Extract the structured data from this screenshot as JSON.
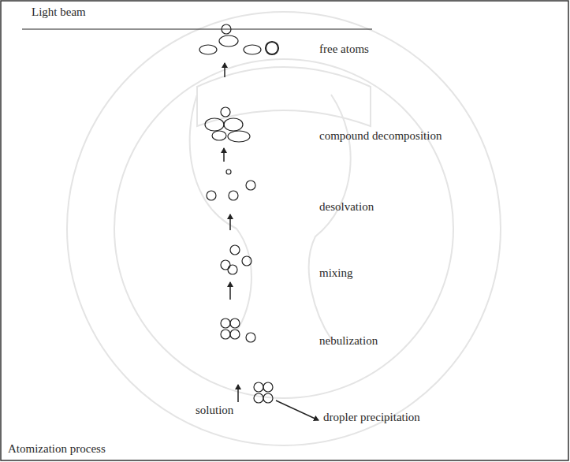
{
  "diagram": {
    "caption": "Atomization process",
    "labels": [
      "Light beam",
      "free atoms",
      "compound decomposition",
      "desolvation",
      "mixing",
      "nebulization",
      "solution",
      "dropler precipitation"
    ]
  }
}
